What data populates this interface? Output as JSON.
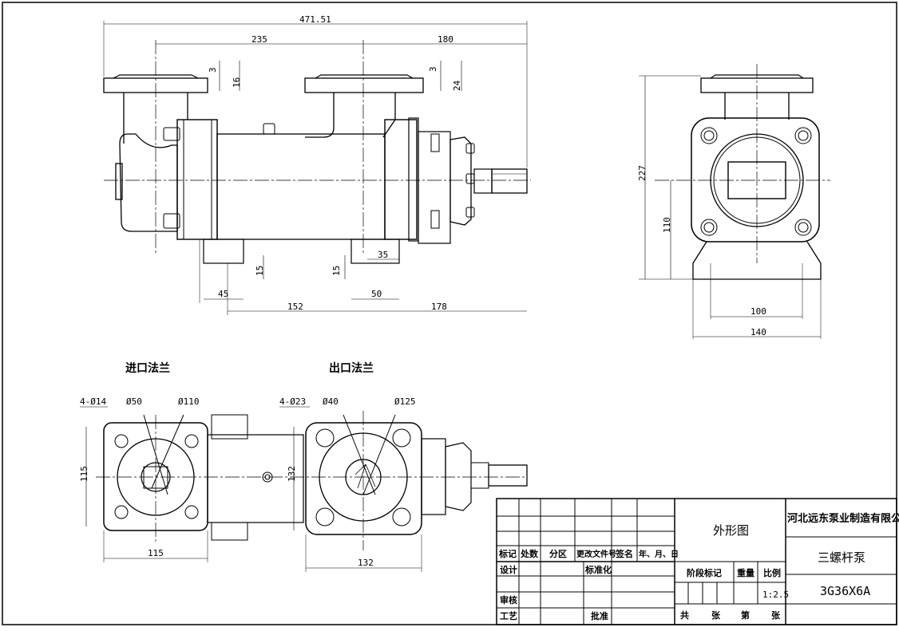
{
  "dims_front": {
    "overall": "471.51",
    "left": "235",
    "right": "180",
    "in_t": "3",
    "in_h": "16",
    "out_t": "3",
    "out_h": "24",
    "foot_l": "15",
    "foot_r": "15",
    "foot_w": "35",
    "d45": "45",
    "d50": "50",
    "d152": "152",
    "d178": "178"
  },
  "dims_side": {
    "height": "227",
    "center": "110",
    "bolt": "100",
    "base": "140"
  },
  "labels": {
    "inlet": "进口法兰",
    "outlet": "出口法兰"
  },
  "inlet": {
    "holes": "4-Ø14",
    "bore": "Ø50",
    "pcd": "Ø110",
    "h": "115",
    "w": "115"
  },
  "outlet": {
    "holes": "4-Ø23",
    "bore": "Ø40",
    "pcd": "Ø125",
    "h": "132",
    "w": "132"
  },
  "title_block": {
    "company": "河北远东泵业制造有限公司",
    "drawing": "外形图",
    "product": "三螺杆泵",
    "model": "3G36X6A",
    "scale": "1:2.5",
    "h_mark": "标记",
    "h_count": "处数",
    "h_zone": "分区",
    "h_doc": "更改文件号",
    "h_sign": "签名",
    "h_date": "年、月、日",
    "design": "设计",
    "standard": "标准化",
    "stage": "阶段标记",
    "weight": "重量",
    "ratio": "比例",
    "review": "审核",
    "process": "工艺",
    "approve": "批准",
    "total": "共",
    "sheets": "张",
    "no": "第",
    "sheet": "张"
  }
}
